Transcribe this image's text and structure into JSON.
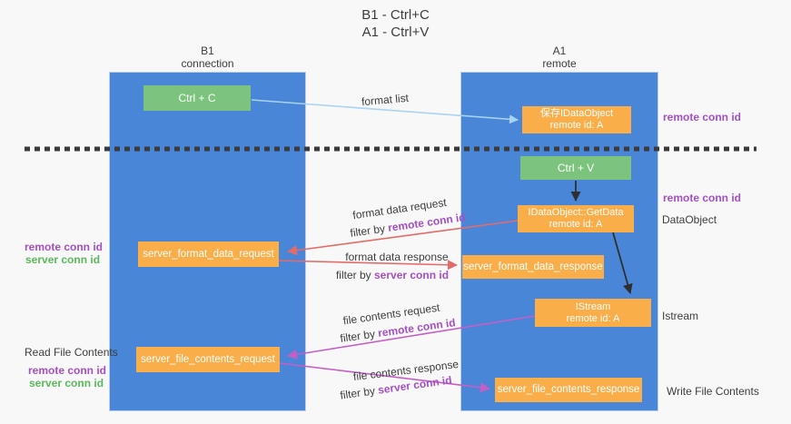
{
  "title": {
    "line1": "B1 - Ctrl+C",
    "line2": "A1 - Ctrl+V"
  },
  "lanes": {
    "left": {
      "name": "B1",
      "role": "connection"
    },
    "right": {
      "name": "A1",
      "role": "remote"
    }
  },
  "boxes": {
    "ctrl_c": {
      "label": "Ctrl + C"
    },
    "ctrl_v": {
      "label": "Ctrl + V"
    },
    "save_idataobject": {
      "line1": "保存IDataObject",
      "line2": "remote id: A"
    },
    "idataobject_getdata": {
      "line1": "IDataObject::GetData",
      "line2": "remote id: A"
    },
    "istream": {
      "line1": "IStream",
      "line2": "remote id: A"
    },
    "server_format_data_request": {
      "label": "server_format_data_request"
    },
    "server_format_data_response": {
      "label": "server_format_data_response"
    },
    "server_file_contents_request": {
      "label": "server_file_contents_request"
    },
    "server_file_contents_response": {
      "label": "server_file_contents_response"
    }
  },
  "flow_labels": {
    "format_list": "format list",
    "format_data_request": "format data request",
    "format_data_response": "format data response",
    "file_contents_request": "file contents request",
    "file_contents_response": "file contents response",
    "filter_by": "filter by",
    "remote_conn_id": "remote conn id",
    "server_conn_id": "server conn id"
  },
  "side_labels": {
    "left": {
      "remote_conn_id": "remote conn id",
      "server_conn_id": "server conn id",
      "read_file_contents": "Read File Contents"
    },
    "right": {
      "remote_conn_id_top": "remote conn id",
      "remote_conn_id_mid": "remote conn id",
      "dataobject": "DataObject",
      "istream": "Istream",
      "write_file_contents": "Write File Contents"
    }
  },
  "colors": {
    "lane_blue": "#4a86d8",
    "box_green": "#7cc47e",
    "box_orange": "#f9ae49",
    "arrow_light_blue": "#a8d3f1",
    "arrow_salmon": "#e56a6a",
    "arrow_magenta": "#c55fc5",
    "arrow_black": "#2f2f2f",
    "label_purple": "#a44fc6",
    "label_green": "#5cb85c",
    "text_dark": "#3d3d3d",
    "background": "#f8f8f8"
  }
}
